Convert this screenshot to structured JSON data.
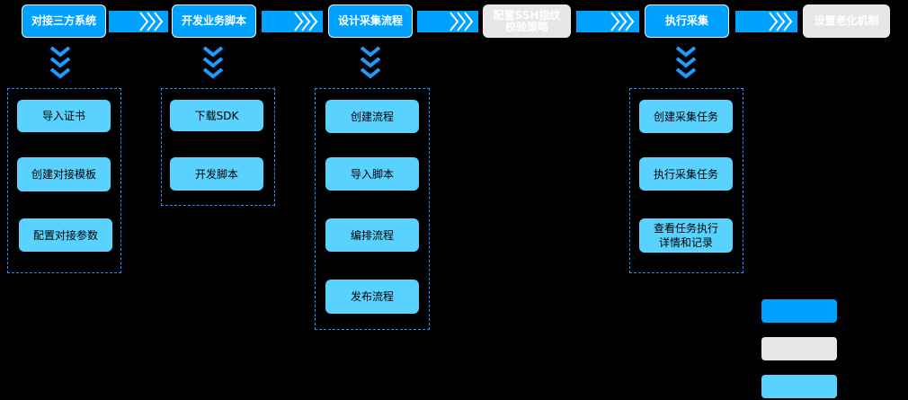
{
  "colors": {
    "step_blue": "#00A2FF",
    "step_grey": "#E6E6E6",
    "sub_item": "#5AD2FF",
    "group_border": "#1E90FF",
    "background": "#000000"
  },
  "steps": [
    {
      "label": "对接三方系统",
      "style": "blue"
    },
    {
      "label": "开发业务脚本",
      "style": "blue"
    },
    {
      "label": "设计采集流程",
      "style": "blue"
    },
    {
      "label": "配置SSH指纹校验策略",
      "style": "grey"
    },
    {
      "label": "执行采集",
      "style": "blue"
    },
    {
      "label": "设置老化机制",
      "style": "grey"
    }
  ],
  "groups": [
    {
      "items": [
        "导入证书",
        "创建对接模板",
        "配置对接参数"
      ]
    },
    {
      "items": [
        "下载SDK",
        "开发脚本"
      ]
    },
    {
      "items": [
        "创建流程",
        "导入脚本",
        "编排流程",
        "发布流程"
      ]
    },
    {
      "items": [
        "创建采集任务",
        "执行采集任务",
        "查看任务执行详情和记录"
      ]
    }
  ],
  "legend": [
    {
      "color": "#00A2FF"
    },
    {
      "color": "#E6E6E6"
    },
    {
      "color": "#5AD2FF"
    }
  ],
  "icons": {
    "bar_arrow": "chevron-right-icon",
    "down_arrow": "chevron-down-icon"
  }
}
